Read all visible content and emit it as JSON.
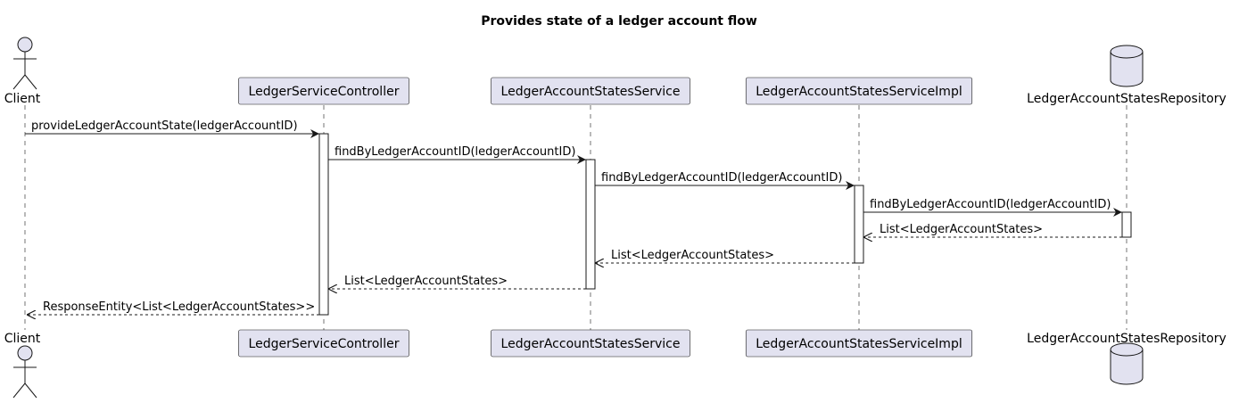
{
  "title": "Provides state of a ledger account flow",
  "participants": [
    {
      "id": "client",
      "label": "Client",
      "kind": "actor"
    },
    {
      "id": "controller",
      "label": "LedgerServiceController",
      "kind": "participant"
    },
    {
      "id": "service",
      "label": "LedgerAccountStatesService",
      "kind": "participant"
    },
    {
      "id": "impl",
      "label": "LedgerAccountStatesServiceImpl",
      "kind": "participant"
    },
    {
      "id": "repo",
      "label": "LedgerAccountStatesRepository",
      "kind": "database"
    }
  ],
  "messages": [
    {
      "from": "client",
      "to": "controller",
      "label": "provideLedgerAccountState(ledgerAccountID)",
      "type": "call"
    },
    {
      "from": "controller",
      "to": "service",
      "label": "findByLedgerAccountID(ledgerAccountID)",
      "type": "call"
    },
    {
      "from": "service",
      "to": "impl",
      "label": "findByLedgerAccountID(ledgerAccountID)",
      "type": "call"
    },
    {
      "from": "impl",
      "to": "repo",
      "label": "findByLedgerAccountID(ledgerAccountID)",
      "type": "call"
    },
    {
      "from": "repo",
      "to": "impl",
      "label": "List<LedgerAccountStates>",
      "type": "return"
    },
    {
      "from": "impl",
      "to": "service",
      "label": "List<LedgerAccountStates>",
      "type": "return"
    },
    {
      "from": "service",
      "to": "controller",
      "label": "List<LedgerAccountStates>",
      "type": "return"
    },
    {
      "from": "controller",
      "to": "client",
      "label": "ResponseEntity<List<LedgerAccountStates>>",
      "type": "return"
    }
  ],
  "colors": {
    "participant_fill": "#E2E2F0",
    "stroke": "#181818",
    "activation_fill": "#FFFFFF"
  }
}
